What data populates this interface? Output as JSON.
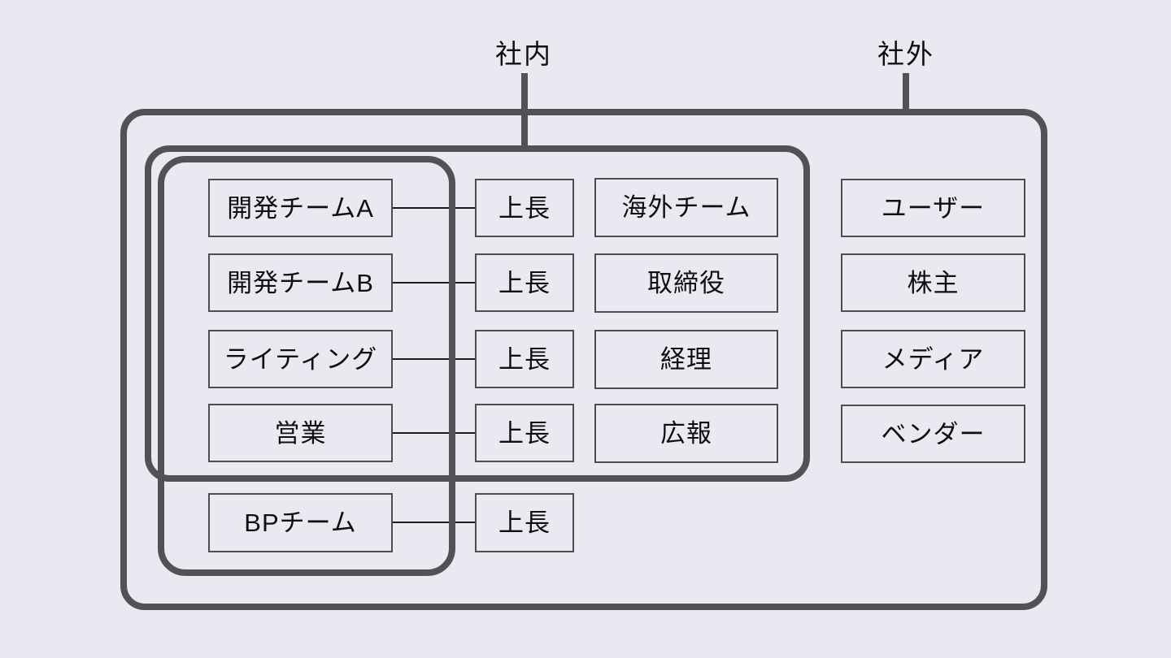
{
  "diagram": {
    "title_inside": "社内",
    "title_outside": "社外",
    "colors": {
      "background": "#e9e9f2",
      "frame": "#515156",
      "box_border": "#4c4c52",
      "connector": "#1a1a1a",
      "text": "#0f0f10"
    },
    "internal_teams": [
      {
        "team": "開発チームA",
        "manager": "上長"
      },
      {
        "team": "開発チームB",
        "manager": "上長"
      },
      {
        "team": "ライティング",
        "manager": "上長"
      },
      {
        "team": "営業",
        "manager": "上長"
      },
      {
        "team": "BPチーム",
        "manager": "上長"
      }
    ],
    "internal_departments": [
      "海外チーム",
      "取締役",
      "経理",
      "広報"
    ],
    "external_parties": [
      "ユーザー",
      "株主",
      "メディア",
      "ベンダー"
    ]
  }
}
